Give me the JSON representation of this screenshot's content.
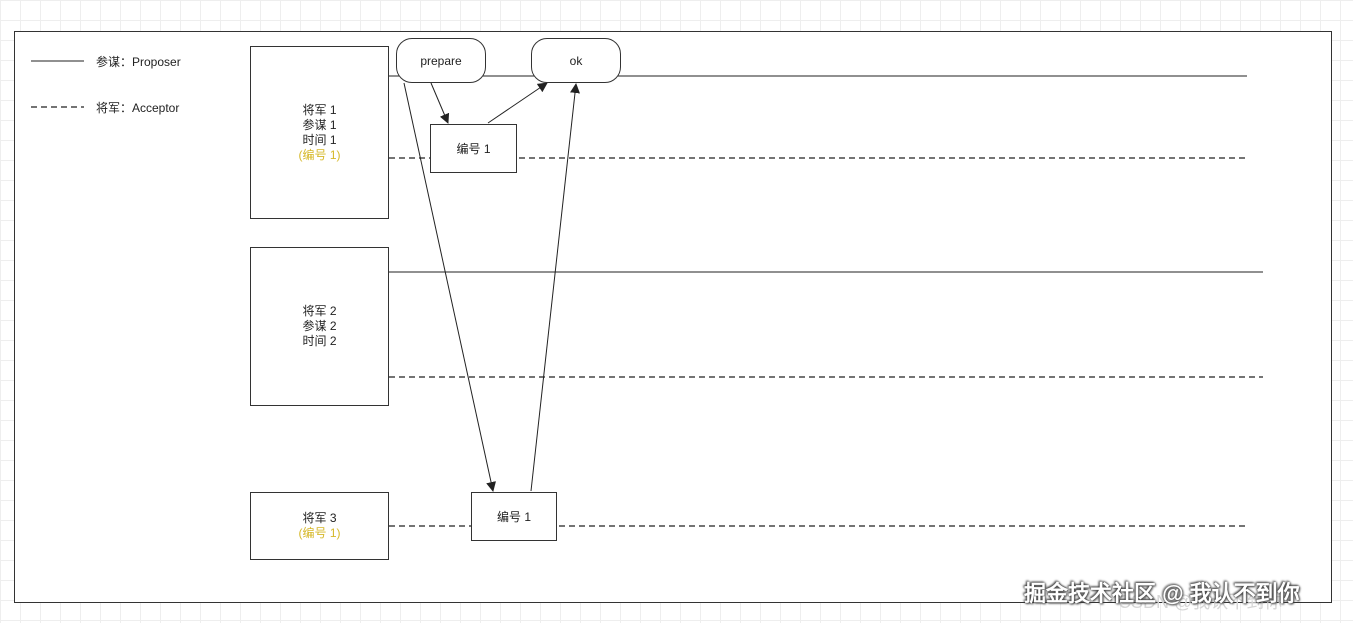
{
  "legend": {
    "proposer": "参谋：Proposer",
    "acceptor": "将军：Acceptor"
  },
  "generals": [
    {
      "lines": [
        "将军 1",
        "参谋 1",
        "时间 1"
      ],
      "tag": "(编号 1)"
    },
    {
      "lines": [
        "将军 2",
        "参谋 2",
        "时间 2"
      ],
      "tag": ""
    },
    {
      "lines": [
        "将军 3"
      ],
      "tag": "(编号 1)"
    }
  ],
  "messages": {
    "prepare": "prepare",
    "ok": "ok",
    "number_1": "编号 1",
    "number_3": "编号 1"
  },
  "watermark": {
    "text": "掘金技术社区 @ 我认不到你",
    "shadow_text": "CSDN @我认不到你"
  },
  "colors": {
    "highlight": "#d6b829",
    "line": "#333333"
  }
}
